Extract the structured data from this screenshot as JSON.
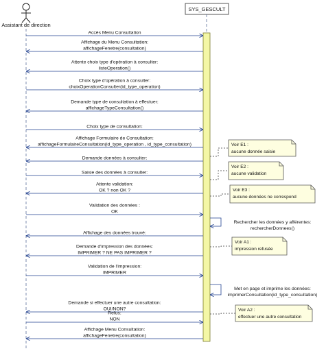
{
  "actor": {
    "name": "Assistant de direction"
  },
  "system": {
    "name": "SYS_GESCULT"
  },
  "messages": [
    {
      "dir": "right",
      "lines": [
        "Accès Menu Consultation"
      ]
    },
    {
      "dir": "left",
      "lines": [
        "Affichage du Menu Consultation:",
        "affichageFenetre(consultation)"
      ]
    },
    {
      "dir": "left",
      "lines": [
        "Attente choix type d'opération à consulter:",
        "listeOperation()"
      ]
    },
    {
      "dir": "right",
      "lines": [
        "Choix type d'opération à consulter:",
        "choixOperationConsulter(id_type_operation)"
      ]
    },
    {
      "dir": "left",
      "lines": [
        "Demande type de consultation à effectuer:",
        "affichageTypeConsultation()"
      ]
    },
    {
      "dir": "right",
      "lines": [
        "Choix type de consultation:"
      ]
    },
    {
      "dir": "left",
      "lines": [
        "Affichage Formulaire de Consultation:",
        "affichageFormulaireConsultation(id_type_operation , id_type_consultation)"
      ]
    },
    {
      "dir": "left",
      "lines": [
        "Demande données à consulter:"
      ]
    },
    {
      "dir": "right",
      "lines": [
        "Saisie des données à consulter:"
      ]
    },
    {
      "dir": "left",
      "lines": [
        "Attente validation:",
        "OK ? non OK ?"
      ]
    },
    {
      "dir": "right",
      "lines": [
        "Validation des données :",
        "OK"
      ]
    },
    {
      "dir": "left",
      "lines": [
        "Affichage des données trouvé:"
      ]
    },
    {
      "dir": "left",
      "lines": [
        "Demande d'impression des données:",
        "IMPRIMER ?  NE PAS IMPRIMER ?"
      ]
    },
    {
      "dir": "right",
      "lines": [
        "Validation de l'impression:",
        "IMPRIMER"
      ]
    },
    {
      "dir": "left",
      "lines": [
        "Demande si effectuer une autre consultation:",
        "OUI/NON?"
      ]
    },
    {
      "dir": "right",
      "lines": [
        "Refus:",
        "NON"
      ]
    },
    {
      "dir": "left",
      "lines": [
        "Affichage Menu Consultation:",
        "affichageFenetre(consultation)"
      ]
    }
  ],
  "self_calls": [
    {
      "lines": [
        "Rechercher les données y afférentes:",
        "rechercherDonnees()"
      ]
    },
    {
      "lines": [
        "Met en page et imprime les données:",
        "imprimerConsultation(id_type_consultation)"
      ]
    }
  ],
  "notes": [
    {
      "title": "Voir E1 :",
      "text": "aucune donnée saisie"
    },
    {
      "title": "Voir E2 :",
      "text": "aucune validation"
    },
    {
      "title": "Voir E3 :",
      "text": "aucune données ne correspond"
    },
    {
      "title": "Voir A1 :",
      "text": "impression refusée"
    },
    {
      "title": "Voir A2 :",
      "text": "effectuer une autre consultation"
    }
  ],
  "colors": {
    "lifeline": "#5b6f99",
    "arrow": "#1f3f8f",
    "activation_fill": "#f4f7a6",
    "activation_stroke": "#7a7a30",
    "note_fill": "#fefee0",
    "note_stroke": "#555555"
  }
}
